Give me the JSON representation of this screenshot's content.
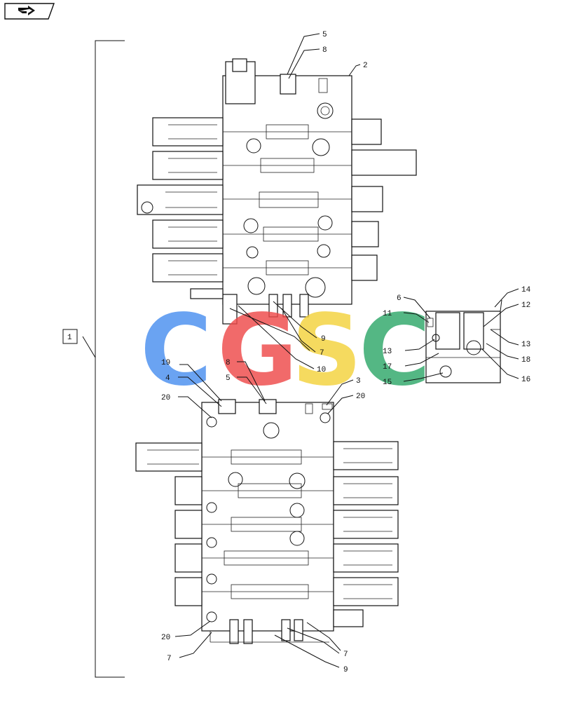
{
  "toolbar": {
    "nav_icon": "return-arrow-icon"
  },
  "callouts": {
    "c1": "1",
    "c2": "2",
    "c3": "3",
    "c4": "4",
    "c5a": "5",
    "c5b": "5",
    "c6": "6",
    "c7a": "7",
    "c7b": "7",
    "c7c": "7",
    "c8a": "8",
    "c8b": "8",
    "c9a": "9",
    "c9b": "9",
    "c10": "10",
    "c11": "11",
    "c12": "12",
    "c13a": "13",
    "c13b": "13",
    "c14": "14",
    "c15": "15",
    "c16": "16",
    "c17": "17",
    "c18": "18",
    "c19": "19",
    "c20a": "20",
    "c20b": "20",
    "c20c": "20"
  },
  "watermark": {
    "letters": [
      "C",
      "G",
      "S",
      "C"
    ],
    "colors": [
      "#4a8ff0",
      "#ef4a4a",
      "#f3d23c",
      "#2fa86a"
    ]
  }
}
